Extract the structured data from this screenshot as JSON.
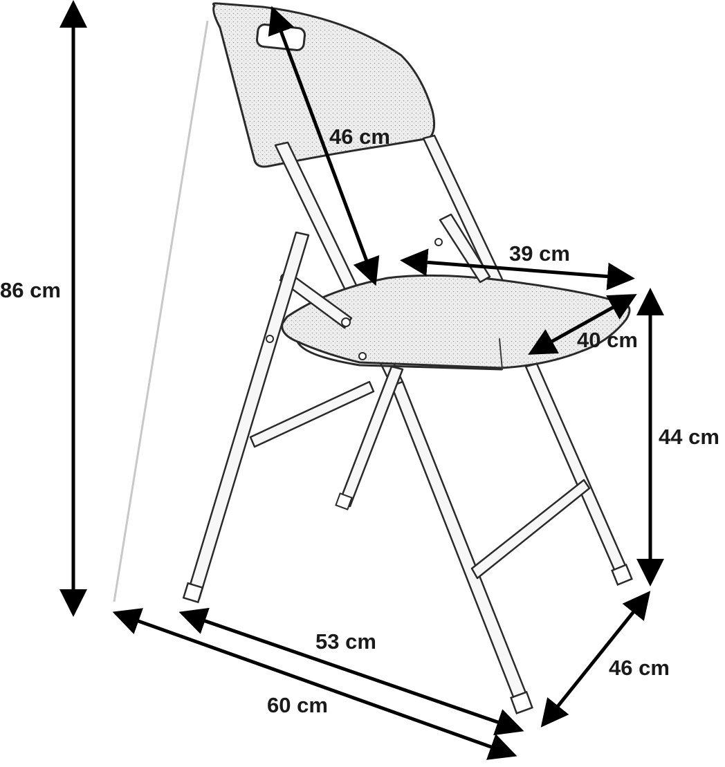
{
  "diagram": {
    "subject": "folding chair line drawing",
    "arrow_color": "#000000",
    "drawing_color": "#2a2a2a",
    "dimensions": [
      {
        "id": "total-height",
        "label": "86 cm"
      },
      {
        "id": "backrest-height",
        "label": "46 cm"
      },
      {
        "id": "seat-width",
        "label": "39 cm"
      },
      {
        "id": "seat-depth",
        "label": "40 cm"
      },
      {
        "id": "seat-height",
        "label": "44 cm"
      },
      {
        "id": "base-width-front",
        "label": "53 cm"
      },
      {
        "id": "base-width-total",
        "label": "60 cm"
      },
      {
        "id": "base-depth",
        "label": "46 cm"
      }
    ]
  }
}
